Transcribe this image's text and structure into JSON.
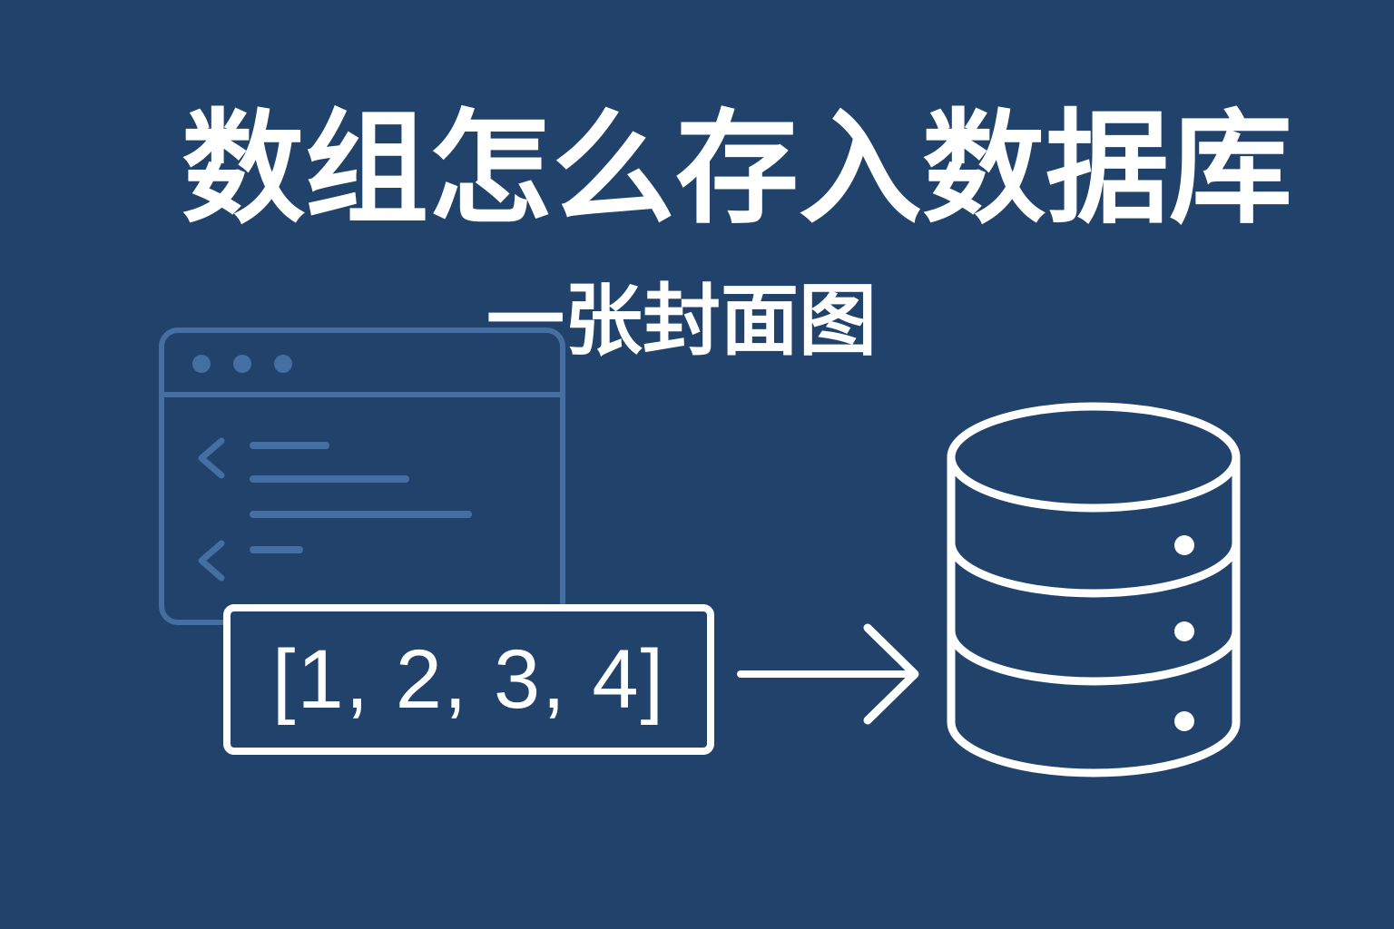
{
  "cover": {
    "title": "数组怎么存入数据库",
    "subtitle": "一张封面图",
    "array_text": "[1, 2, 3, 4]"
  },
  "icons": {
    "window": "code-window-icon",
    "arrow": "right-arrow-icon",
    "database": "database-icon"
  },
  "colors": {
    "background": "#21426b",
    "foreground": "#ffffff",
    "window_icon": "#456fa2"
  }
}
